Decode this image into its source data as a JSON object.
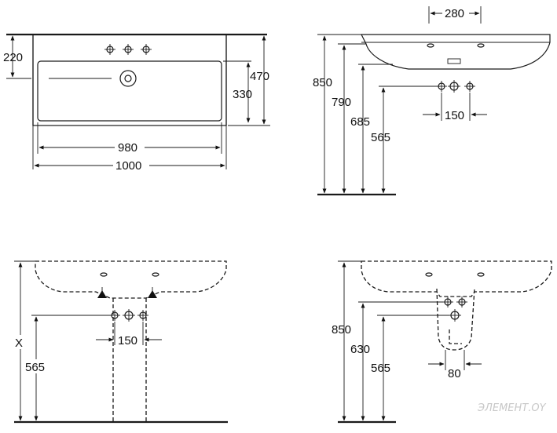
{
  "top_view": {
    "depth_rear": "220",
    "depth_total": "470",
    "bowl_depth": "330",
    "bowl_width": "980",
    "total_width": "1000"
  },
  "side_view": {
    "tap_spacing_top": "280",
    "height_top": "850",
    "height_rim": "790",
    "height_underside": "685",
    "height_tap_holes": "565",
    "tap_spacing": "150"
  },
  "pedestal_view": {
    "height_variable": "X",
    "height_tap_holes": "565",
    "tap_spacing": "150"
  },
  "semi_pedestal_view": {
    "height_top": "850",
    "height_semi": "630",
    "height_tap_holes": "565",
    "semi_width": "80"
  },
  "watermark": "ЭЛЕМЕНТ.OY"
}
